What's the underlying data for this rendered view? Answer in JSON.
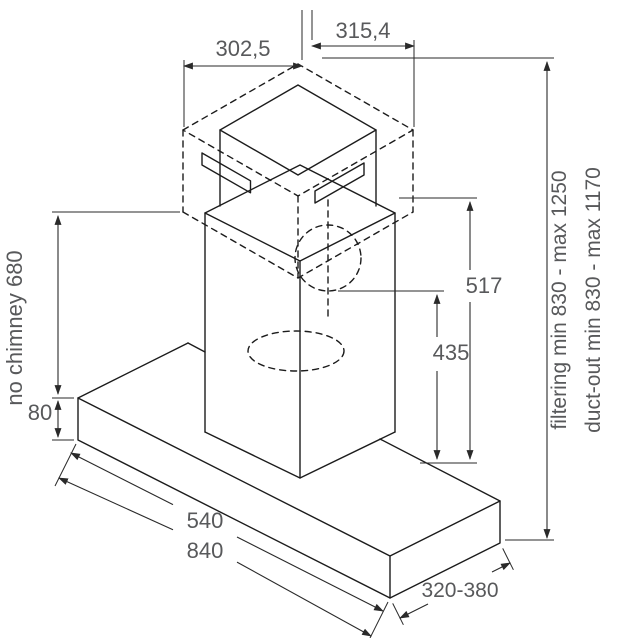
{
  "diagram": {
    "type": "range-hood-dimension-drawing",
    "colors": {
      "line": "#1c1c1c",
      "text": "#58595b",
      "background": "#ffffff"
    },
    "dimensions": {
      "chimney_top_left": "302,5",
      "chimney_top_right": "315,4",
      "filtering_height": "filtering min 830 - max 1250",
      "duct_out_height": "duct-out min 830 - max 1170",
      "rear_section_height": "517",
      "outlet_height": "435",
      "no_chimney_height": "no chimney 680",
      "canopy_thickness": "80",
      "inner_width": "540",
      "total_width": "840",
      "depth_range": "320-380"
    }
  }
}
